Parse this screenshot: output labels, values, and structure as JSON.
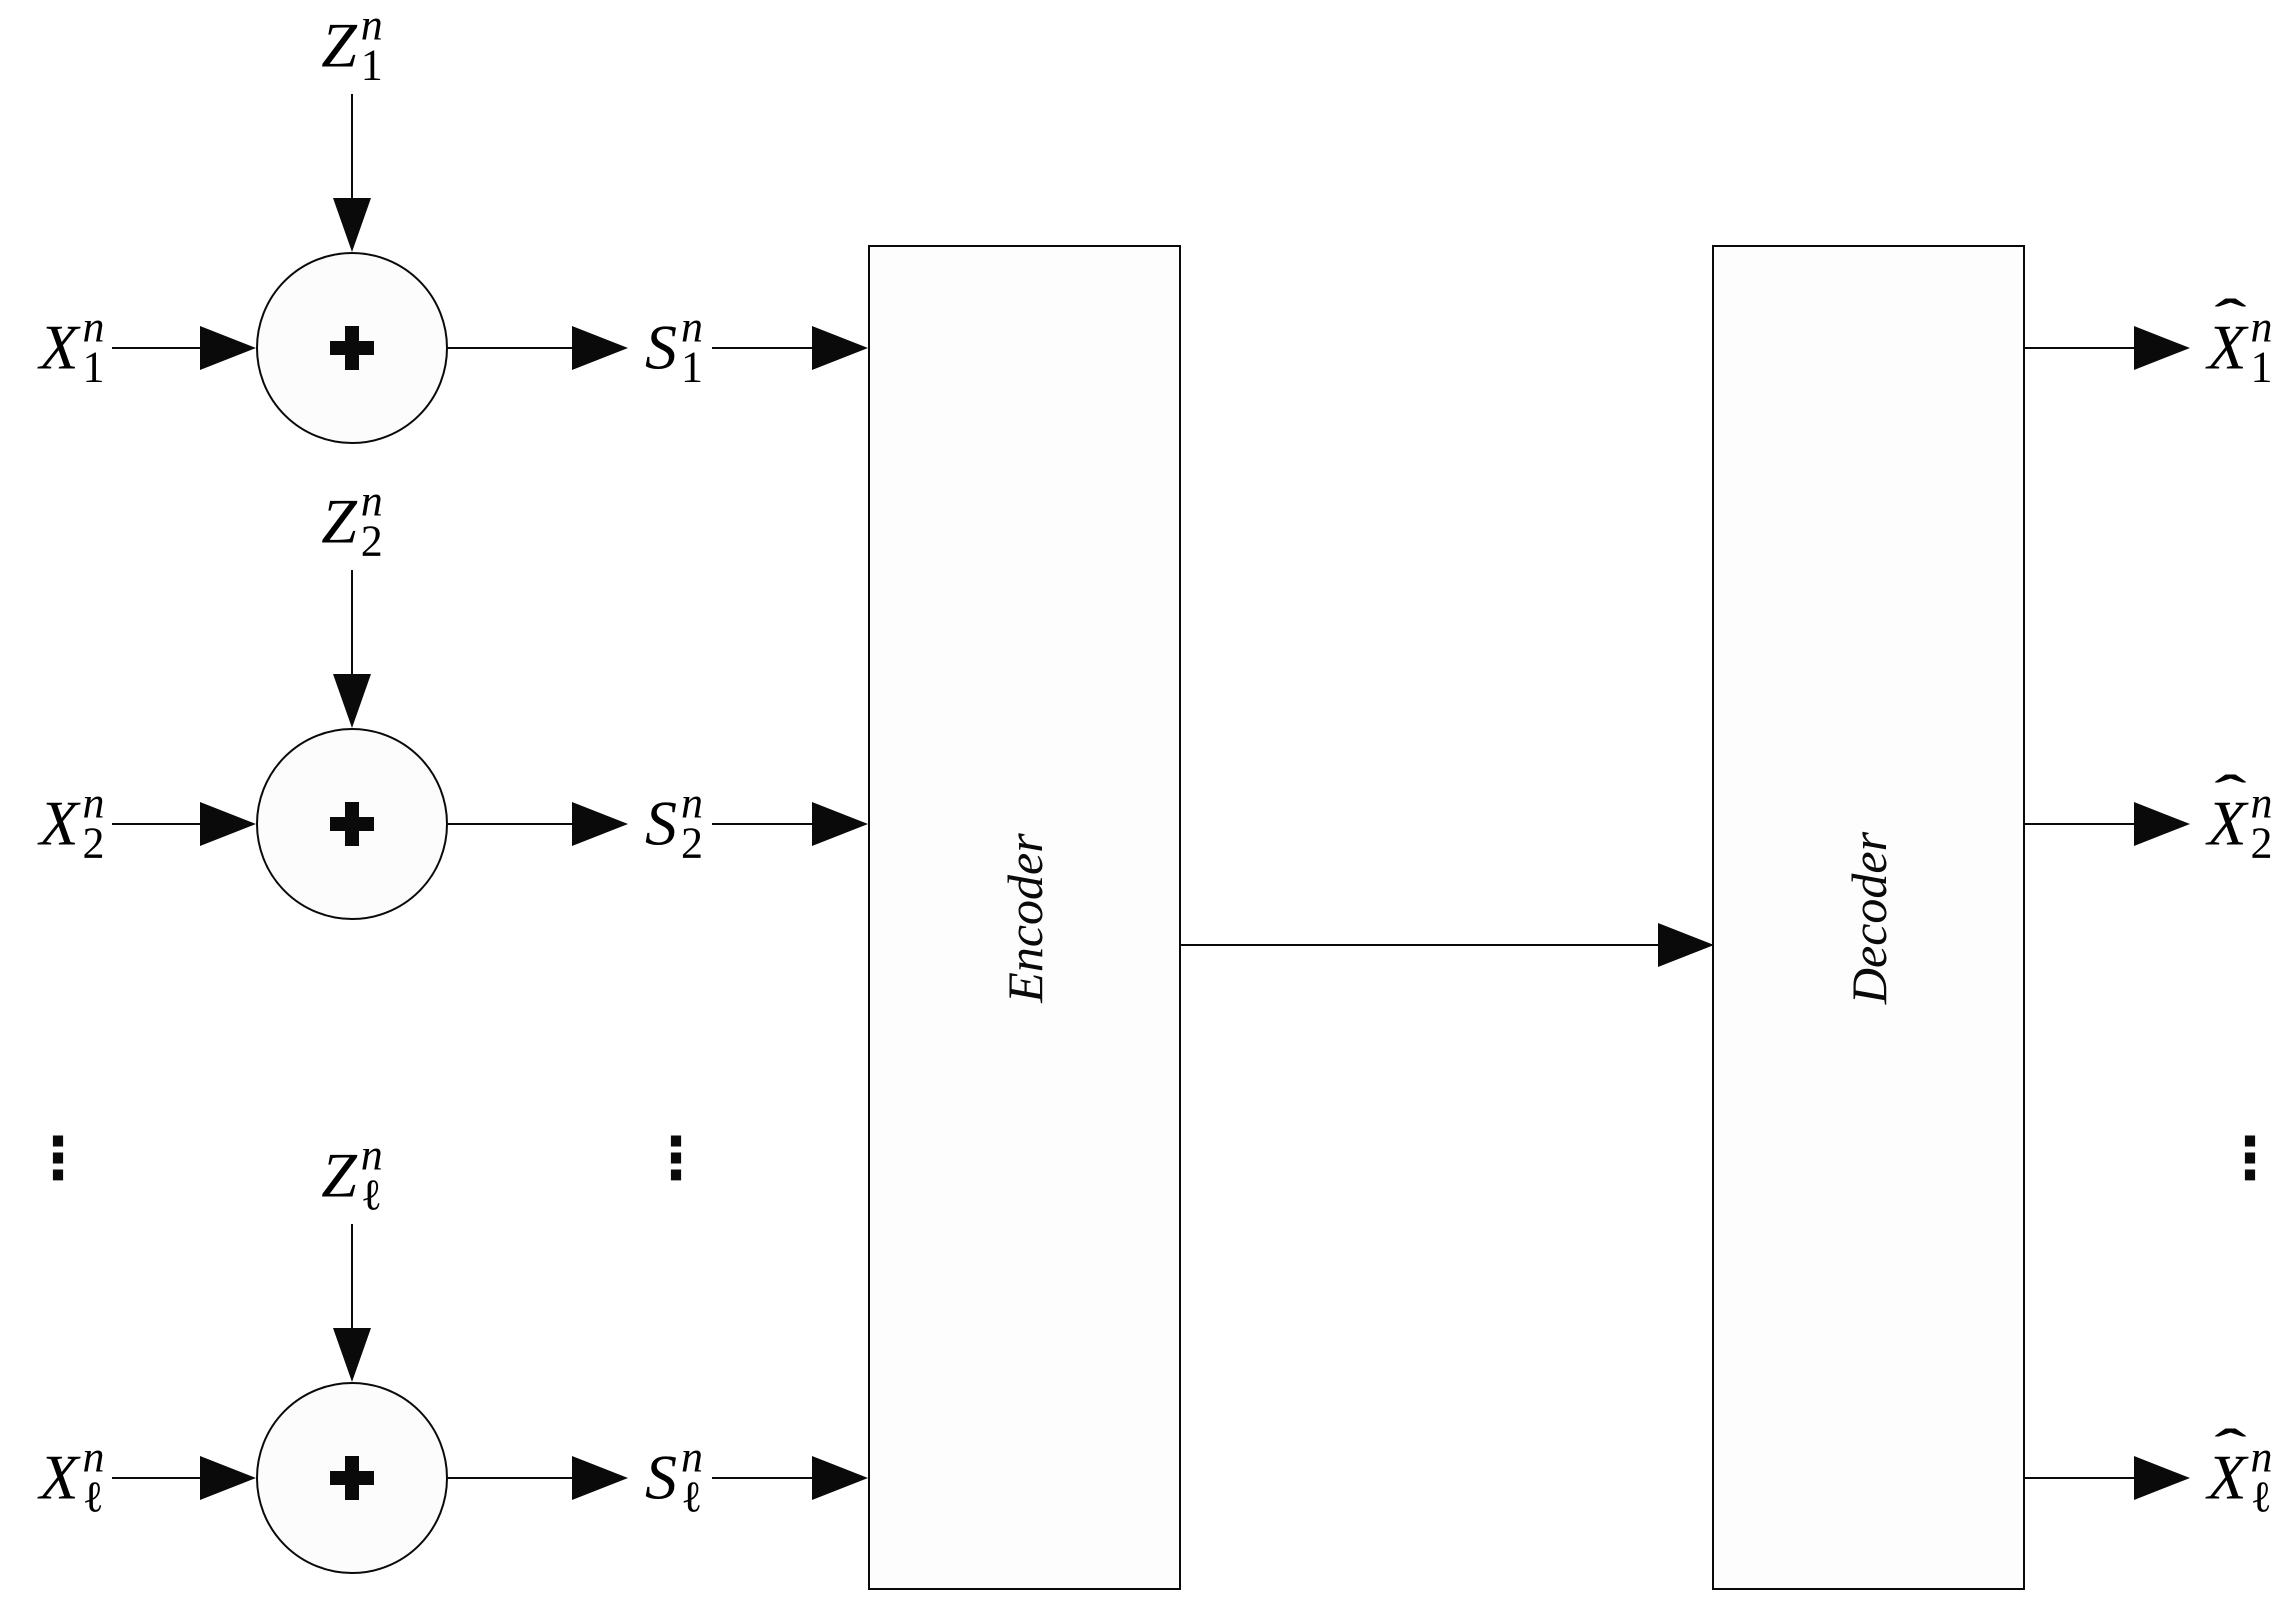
{
  "diagram": {
    "title": "noisy-source coding block diagram",
    "background_color": "#ffffff",
    "line_color": "#000000",
    "encoder": {
      "label": "Encoder"
    },
    "decoder": {
      "label": "Decoder"
    },
    "adder_plus": "+",
    "hat": "ˆ",
    "vertical_ellipsis": "⋮",
    "rows": [
      {
        "index": "1",
        "noise": {
          "base": "Z",
          "sup": "n",
          "sub": "1"
        },
        "input": {
          "base": "X",
          "sup": "n",
          "sub": "1"
        },
        "signal": {
          "base": "S",
          "sup": "n",
          "sub": "1"
        },
        "estimate": {
          "base": "X",
          "sup": "n",
          "sub": "1"
        }
      },
      {
        "index": "2",
        "noise": {
          "base": "Z",
          "sup": "n",
          "sub": "2"
        },
        "input": {
          "base": "X",
          "sup": "n",
          "sub": "2"
        },
        "signal": {
          "base": "S",
          "sup": "n",
          "sub": "2"
        },
        "estimate": {
          "base": "X",
          "sup": "n",
          "sub": "2"
        }
      },
      {
        "index": "ℓ",
        "noise": {
          "base": "Z",
          "sup": "n",
          "sub": "ℓ"
        },
        "input": {
          "base": "X",
          "sup": "n",
          "sub": "ℓ"
        },
        "signal": {
          "base": "S",
          "sup": "n",
          "sub": "ℓ"
        },
        "estimate": {
          "base": "X",
          "sup": "n",
          "sub": "ℓ"
        }
      }
    ]
  }
}
